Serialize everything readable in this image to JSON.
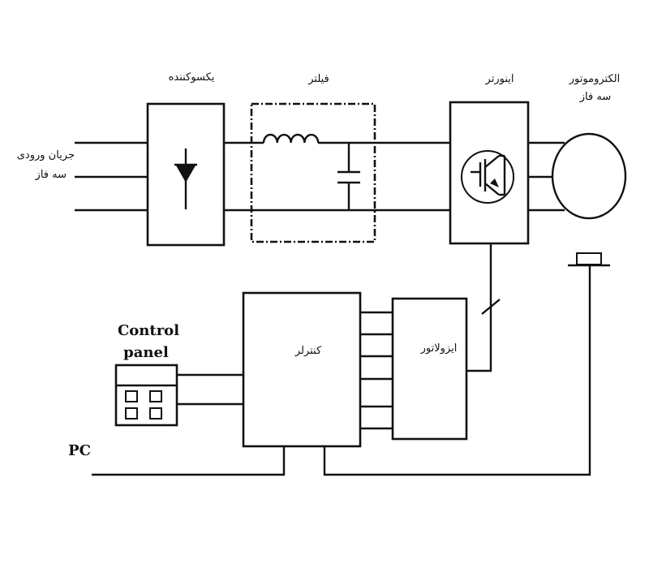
{
  "labels": {
    "input_line1": "جریان ورودی",
    "input_line2": "سه فاز",
    "rectifier": "یکسوکننده",
    "filter": "فیلتر",
    "inverter": "اینورتر",
    "motor_line1": "الکتروموتور",
    "motor_line2": "سه فاز",
    "controller": "کنترلر",
    "isolator": "ایزولاتور",
    "control_panel_line1": "Control",
    "control_panel_line2": "panel",
    "pc": "PC"
  },
  "colors": {
    "line": "#111111",
    "background": "#ffffff"
  },
  "icons": [
    "diode-symbol",
    "inductor-symbol",
    "capacitor-symbol",
    "igbt-symbol",
    "sensor-symbol",
    "keypad-symbol"
  ]
}
